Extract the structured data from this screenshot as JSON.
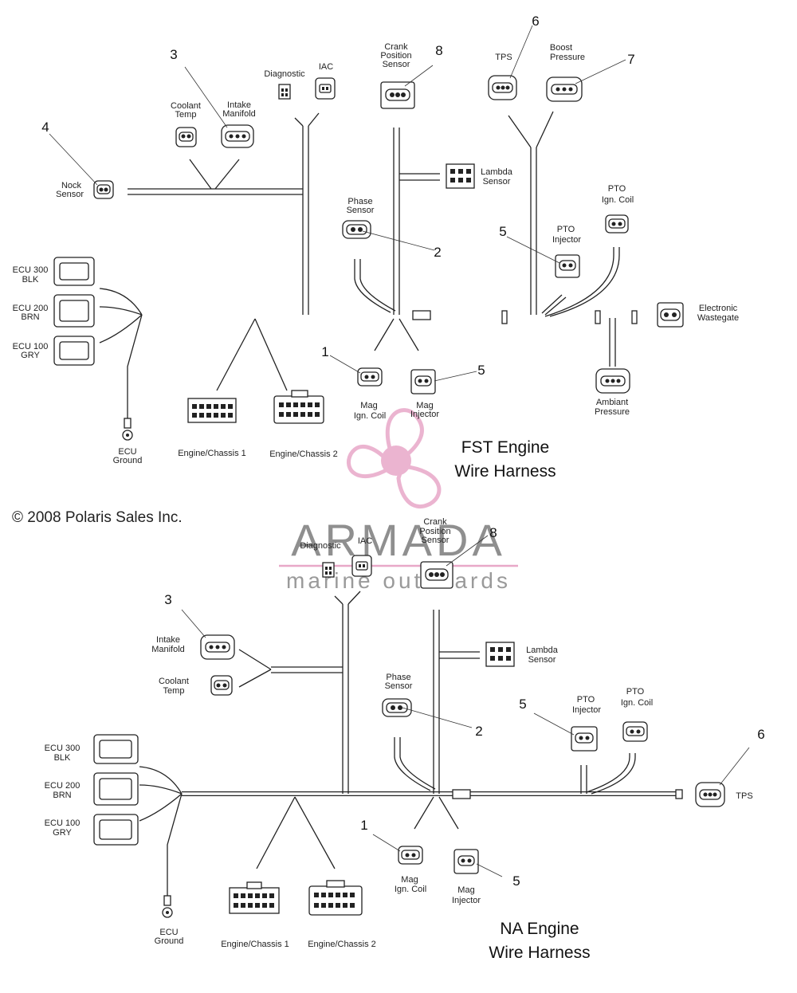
{
  "copyright": "© 2008 Polaris Sales Inc.",
  "watermark": {
    "brand": "ARMADA",
    "tagline": "marine outboards",
    "colors": {
      "pink": "#e8a8c8",
      "gray": "#9a9a9a"
    }
  },
  "fst": {
    "title_line1": "FST Engine",
    "title_line2": "Wire Harness",
    "labels": {
      "diagnostic": "Diagnostic",
      "iac": "IAC",
      "crank_1": "Crank",
      "crank_2": "Position",
      "crank_3": "Sensor",
      "tps": "TPS",
      "boost_1": "Boost",
      "boost_2": "Pressure",
      "coolant_1": "Coolant",
      "coolant_2": "Temp",
      "intake_1": "Intake",
      "intake_2": "Manifold",
      "nock_1": "Nock",
      "nock_2": "Sensor",
      "lambda_1": "Lambda",
      "lambda_2": "Sensor",
      "phase_1": "Phase",
      "phase_2": "Sensor",
      "pto_coil_1": "PTO",
      "pto_coil_2": "Ign. Coil",
      "pto_inj_1": "PTO",
      "pto_inj_2": "Injector",
      "ecu300_1": "ECU 300",
      "ecu300_2": "BLK",
      "ecu200_1": "ECU 200",
      "ecu200_2": "BRN",
      "ecu100_1": "ECU 100",
      "ecu100_2": "GRY",
      "wastegate_1": "Electronic",
      "wastegate_2": "Wastegate",
      "mag_coil_1": "Mag",
      "mag_coil_2": "Ign. Coil",
      "mag_inj_1": "Mag",
      "mag_inj_2": "Injector",
      "ambient_1": "Ambiant",
      "ambient_2": "Pressure",
      "ecu_ground_1": "ECU",
      "ecu_ground_2": "Ground",
      "chassis1": "Engine/Chassis 1",
      "chassis2": "Engine/Chassis 2"
    },
    "callouts": {
      "n1": "1",
      "n2": "2",
      "n3": "3",
      "n4": "4",
      "n5a": "5",
      "n5b": "5",
      "n6": "6",
      "n7": "7",
      "n8": "8"
    }
  },
  "na": {
    "title_line1": "NA Engine",
    "title_line2": "Wire Harness",
    "labels": {
      "diagnostic": "Diagnostic",
      "iac": "IAC",
      "crank_1": "Crank",
      "crank_2": "Position",
      "crank_3": "Sensor",
      "intake_1": "Intake",
      "intake_2": "Manifold",
      "coolant_1": "Coolant",
      "coolant_2": "Temp",
      "lambda_1": "Lambda",
      "lambda_2": "Sensor",
      "phase_1": "Phase",
      "phase_2": "Sensor",
      "pto_inj_1": "PTO",
      "pto_inj_2": "Injector",
      "pto_coil_1": "PTO",
      "pto_coil_2": "Ign. Coil",
      "ecu300_1": "ECU 300",
      "ecu300_2": "BLK",
      "ecu200_1": "ECU 200",
      "ecu200_2": "BRN",
      "ecu100_1": "ECU 100",
      "ecu100_2": "GRY",
      "tps": "TPS",
      "mag_coil_1": "Mag",
      "mag_coil_2": "Ign. Coil",
      "mag_inj_1": "Mag",
      "mag_inj_2": "Injector",
      "ecu_ground_1": "ECU",
      "ecu_ground_2": "Ground",
      "chassis1": "Engine/Chassis 1",
      "chassis2": "Engine/Chassis 2"
    },
    "callouts": {
      "n1": "1",
      "n2": "2",
      "n3": "3",
      "n5a": "5",
      "n5b": "5",
      "n6": "6",
      "n8": "8"
    }
  }
}
